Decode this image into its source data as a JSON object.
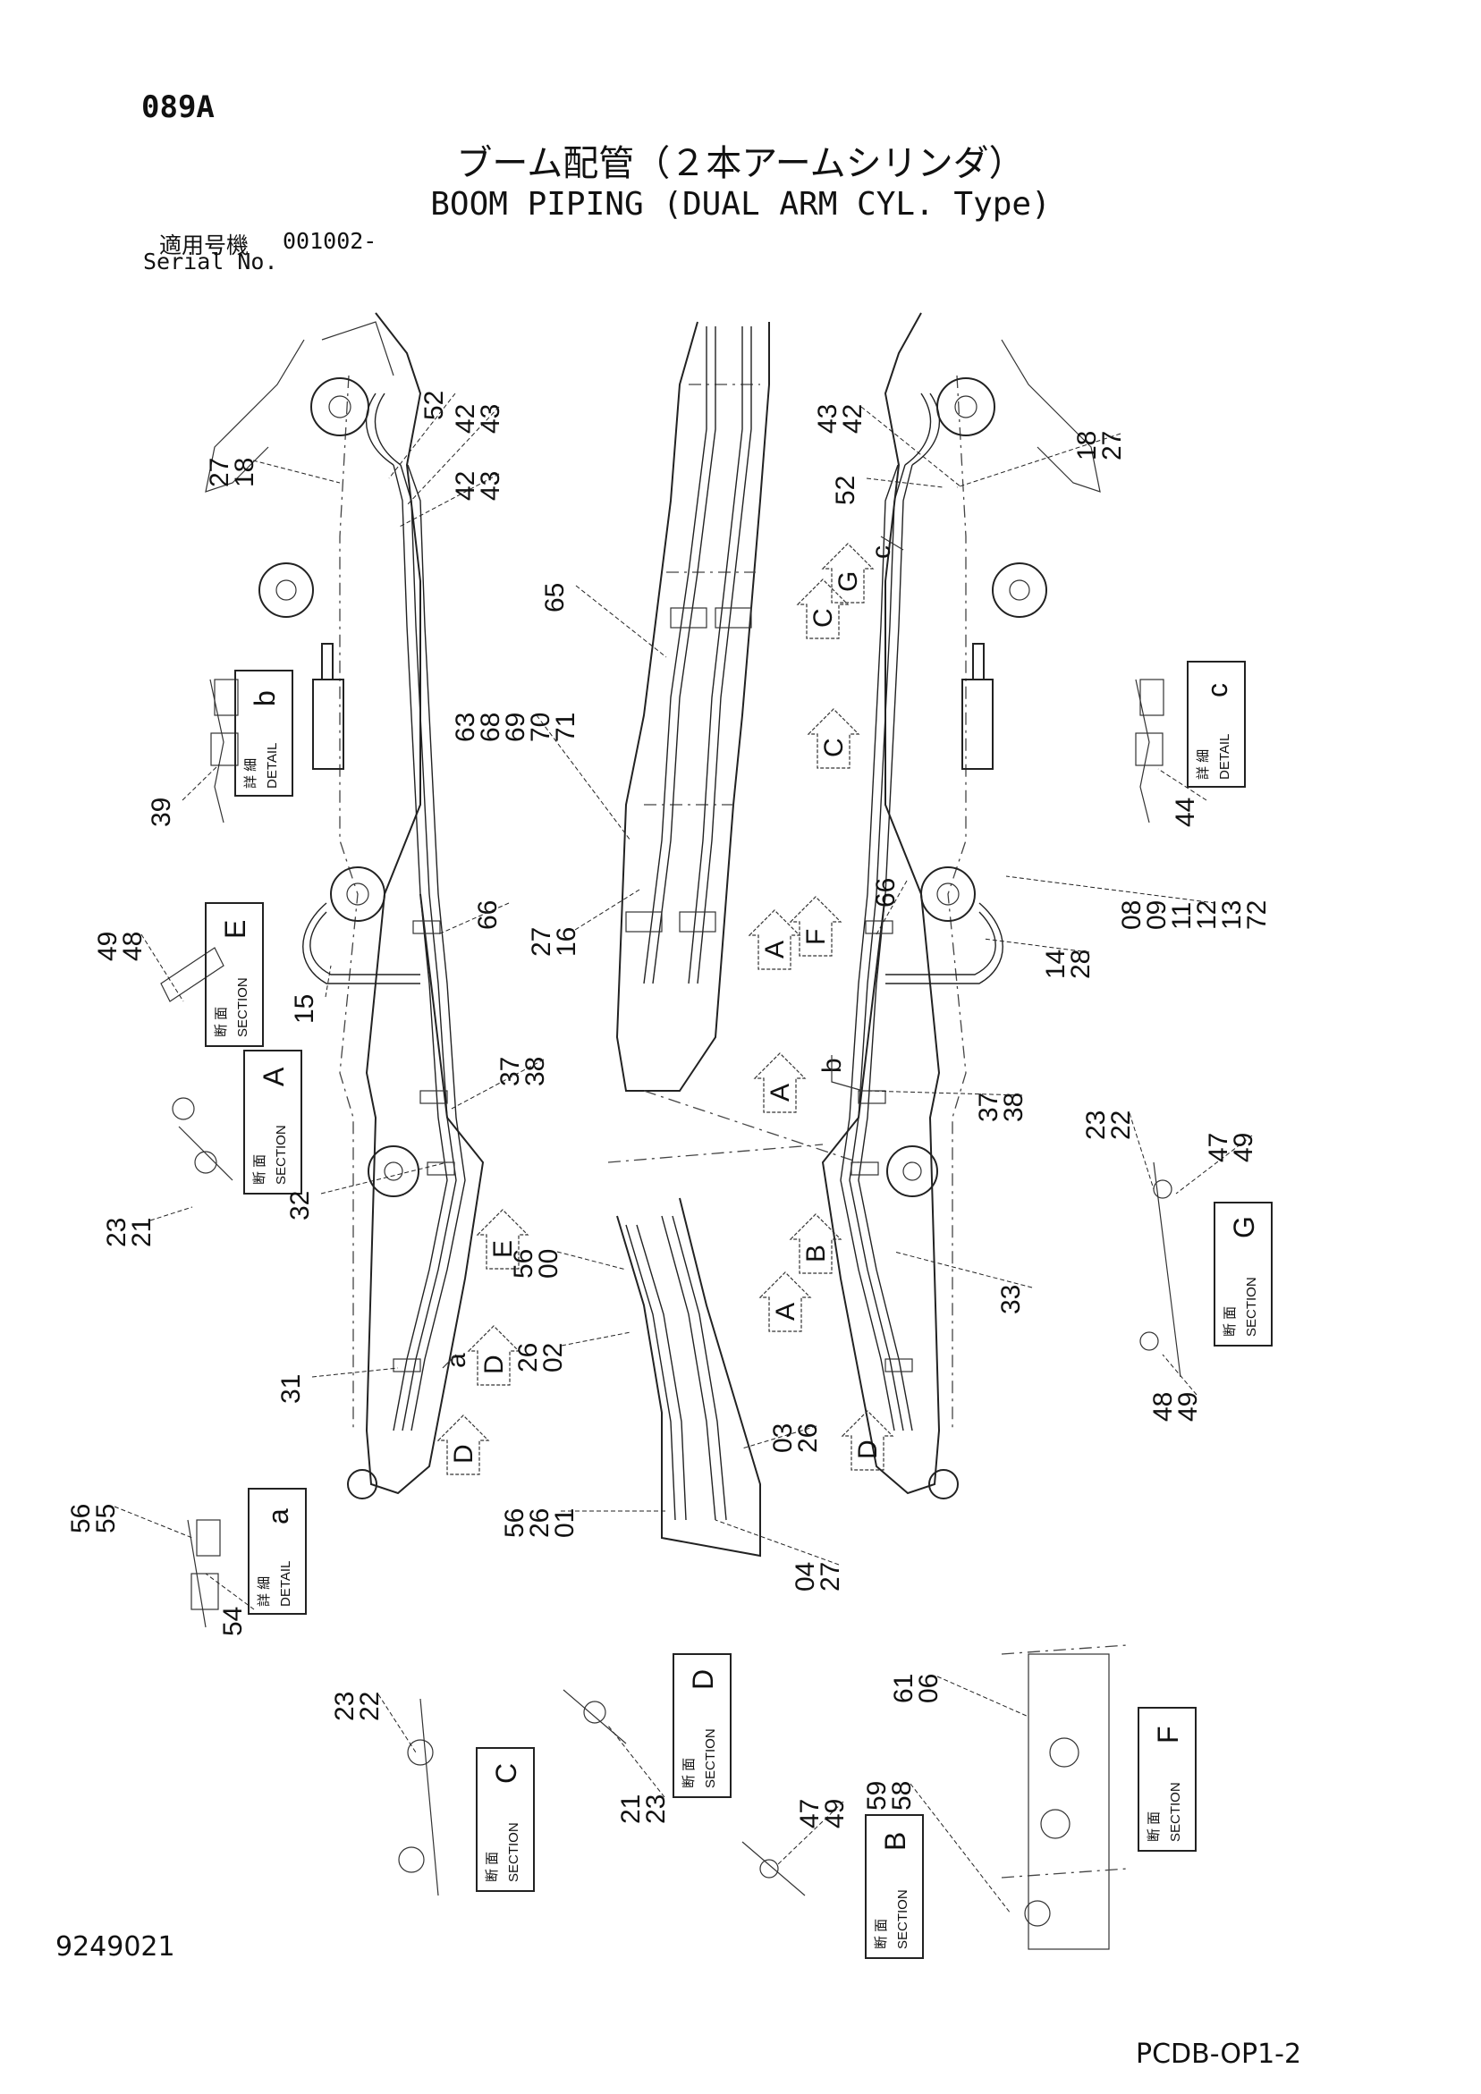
{
  "header": {
    "page_number": "089A",
    "title_jp": "ブーム配管（２本アームシリンダ）",
    "title_en": "BOOM PIPING (DUAL ARM CYL. Type)",
    "serial_label_jp": "適用号機",
    "serial_code": "001002-",
    "serial_label_en": "Serial No."
  },
  "footer": {
    "drawing_number": "9249021",
    "sheet_code": "PCDB-OP1-2"
  },
  "tag_text": {
    "detail_jp": "詳 細",
    "detail_en": "DETAIL",
    "section_jp": "断 面",
    "section_en": "SECTION"
  },
  "tags": [
    {
      "kind": "detail",
      "letter": "b"
    },
    {
      "kind": "detail",
      "letter": "c"
    },
    {
      "kind": "section",
      "letter": "E"
    },
    {
      "kind": "section",
      "letter": "A"
    },
    {
      "kind": "section",
      "letter": "G"
    },
    {
      "kind": "detail",
      "letter": "a"
    },
    {
      "kind": "section",
      "letter": "D"
    },
    {
      "kind": "section",
      "letter": "C"
    },
    {
      "kind": "section",
      "letter": "F"
    },
    {
      "kind": "section",
      "letter": "B"
    }
  ],
  "view_markers": [
    "G",
    "C",
    "C",
    "A",
    "F",
    "A",
    "E",
    "B",
    "A",
    "D",
    "D",
    "D"
  ],
  "lower_case_refs": [
    "c",
    "b",
    "a"
  ],
  "part_labels": [
    {
      "text": "27 18"
    },
    {
      "text": "52"
    },
    {
      "text": "42 43"
    },
    {
      "text": "42 43"
    },
    {
      "text": "43 42"
    },
    {
      "text": "52"
    },
    {
      "text": "18 27"
    },
    {
      "text": "65"
    },
    {
      "text": "63 68 69 70 71"
    },
    {
      "text": "39"
    },
    {
      "text": "44"
    },
    {
      "text": "66"
    },
    {
      "text": "27 16"
    },
    {
      "text": "66"
    },
    {
      "text": "08 09 11 12 13 72"
    },
    {
      "text": "14 28"
    },
    {
      "text": "49 48"
    },
    {
      "text": "15"
    },
    {
      "text": "37 38"
    },
    {
      "text": "37 38"
    },
    {
      "text": "23 22"
    },
    {
      "text": "47 49"
    },
    {
      "text": "32"
    },
    {
      "text": "23 21"
    },
    {
      "text": "56 00"
    },
    {
      "text": "33"
    },
    {
      "text": "26 02"
    },
    {
      "text": "31"
    },
    {
      "text": "03 26"
    },
    {
      "text": "48 49"
    },
    {
      "text": "56 55"
    },
    {
      "text": "56 26 01"
    },
    {
      "text": "04 27"
    },
    {
      "text": "54"
    },
    {
      "text": "61 06"
    },
    {
      "text": "23 22"
    },
    {
      "text": "21 23"
    },
    {
      "text": "59 58"
    },
    {
      "text": "47 49"
    }
  ]
}
